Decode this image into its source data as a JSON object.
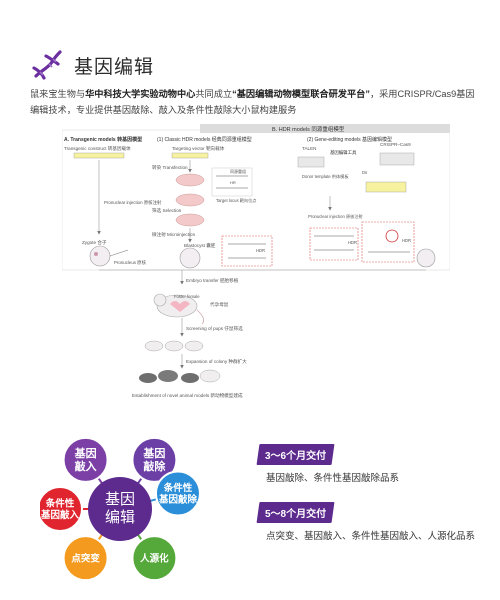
{
  "header": {
    "title": "基因编辑",
    "icon": "dna-helix-icon",
    "accent": "#6b2fa0"
  },
  "intro": {
    "part1": "鼠来宝生物与",
    "org": "华中科技大学实验动物中心",
    "part2": "共同成立",
    "platform": "“基因编辑动物模型联合研发平台”",
    "part3": "，采用CRISPR/Cas9基因编辑技术，专业提供基因敲除、敲入及条件性敲除大小鼠构建服务"
  },
  "diagram": {
    "title_b": "B. HDR models 同源重组模型",
    "title_a": "A. Transgenic models 转基因模型",
    "title_1": "(1) Classic HDR models 经典同源重组模型",
    "title_2": "(2) Gene-editing models 基因编辑模型",
    "transgenic_construct": "Transgenic construct 转基因载体",
    "targeting_vector": "Targeting vector 靶向载体",
    "transfection": "转染  Transfection",
    "hr": "同源重组",
    "hr2": "HR",
    "target_locus": "Target locus 靶向位点",
    "selection": "筛选  Selection",
    "microinjection": "微注射  Microinjection",
    "pronuclear_injection": "Pronuclear injection 原核注射",
    "zygote": "Zygote 合子",
    "pronucleus": "Pronucleus 原核",
    "blastocyst": "Blastocyst 囊胚",
    "talen": "TALEN",
    "crispr_cas9": "CRISPR–Cas9",
    "gene_editing_tools": "基因编辑工具",
    "donor_template": "Donor template 供体模板",
    "ds": "Ds",
    "pronuclear_injection2": "Pronuclear injection 原核注射",
    "hdr": "HDR",
    "embryo_transfer": "Embryo transfer 胚胎移植",
    "foster_female": "Foster female",
    "foster_cn": "代孕母鼠",
    "screening": "Screening of pups 仔鼠筛选",
    "expansion": "Expansion of colony 种群扩大",
    "establishment": "Establishment of novel animal models 新动物模型建成"
  },
  "wheel": {
    "center": [
      "基因",
      "编辑"
    ],
    "items": [
      {
        "label": [
          "基因",
          "敲入"
        ],
        "color": "#7b3fa6"
      },
      {
        "label": [
          "基因",
          "敲除"
        ],
        "color": "#6b3fa6"
      },
      {
        "label": [
          "条件性",
          "基因敲除"
        ],
        "color": "#2a8fd8"
      },
      {
        "label": [
          "人源化"
        ],
        "color": "#55a83a"
      },
      {
        "label": [
          "点突变"
        ],
        "color": "#f39a1f"
      },
      {
        "label": [
          "条件性",
          "基因敲入"
        ],
        "color": "#e0252f"
      }
    ]
  },
  "delivery": [
    {
      "badge": "3～6个月交付",
      "desc": "基因敲除、条件性基因敲除品系"
    },
    {
      "badge": "5～8个月交付",
      "desc": "点突变、基因敲入、条件性基因敲入、人源化品系"
    }
  ]
}
